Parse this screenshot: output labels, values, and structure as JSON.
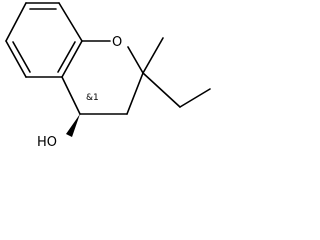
{
  "molecule": {
    "atoms": {
      "oxygen": "O",
      "hydroxyl": "HO"
    },
    "stereo_label": "&1",
    "colors": {
      "bond": "#000000",
      "text": "#000000",
      "background": "#ffffff"
    }
  }
}
